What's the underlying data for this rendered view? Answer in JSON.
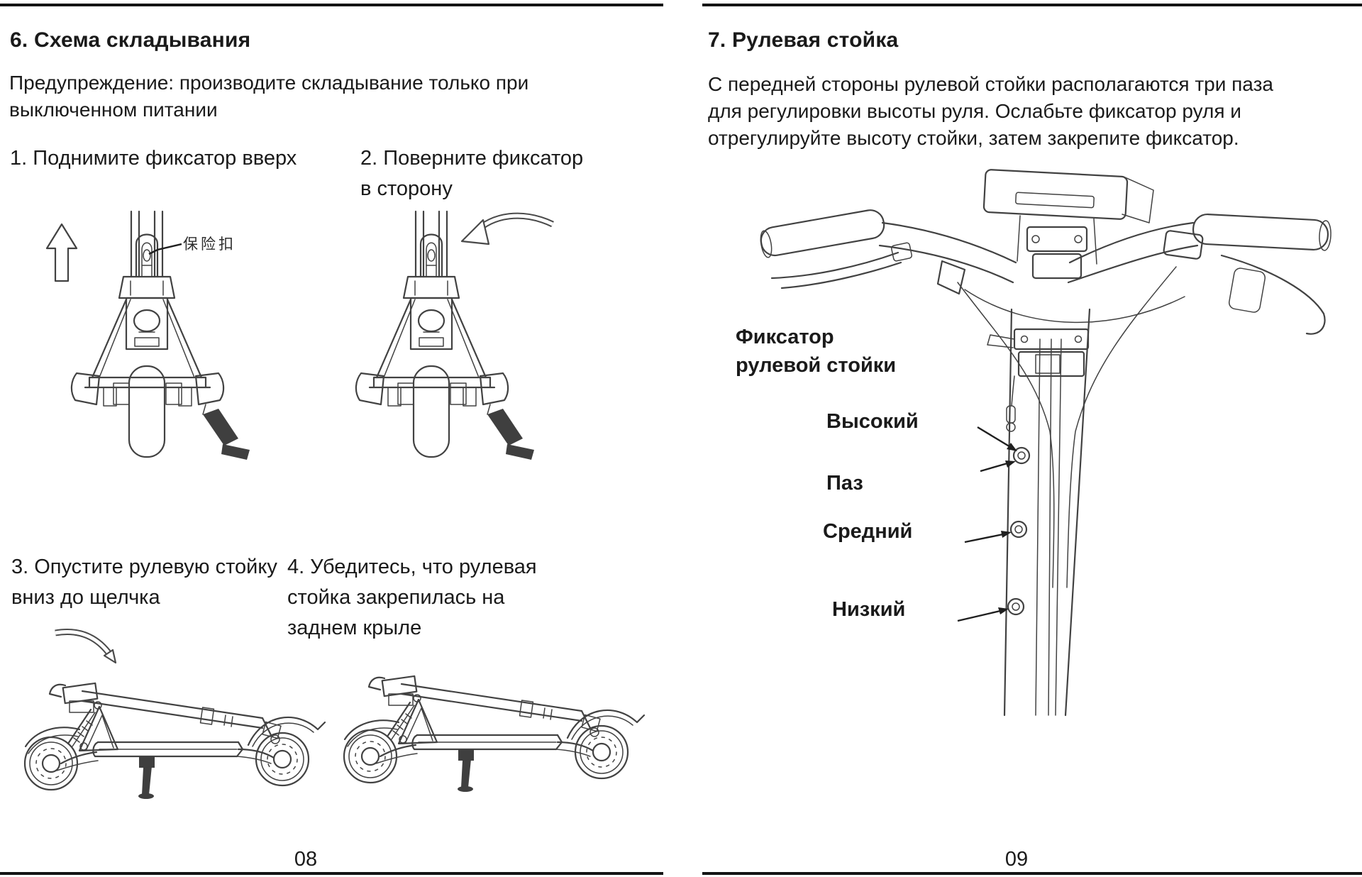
{
  "theme": {
    "paper": "#ffffff",
    "ink": "#1a1a1a"
  },
  "page_left": {
    "title": "6. Схема складывания",
    "warning_lines": [
      "Предупреждение: производите складывание только при",
      "выключенном питании"
    ],
    "step1_lines": [
      "1. Поднимите фиксатор вверх"
    ],
    "step2_lines": [
      "2. Поверните фиксатор",
      "в сторону"
    ],
    "step3_lines": [
      "3. Опустите рулевую стойку",
      "вниз до щелчка"
    ],
    "step4_lines": [
      "4. Убедитесь, что рулевая",
      "стойка закрепилась на",
      "заднем крыле"
    ],
    "figure1_annotation": "保险扣",
    "page_number": "08"
  },
  "page_right": {
    "title": "7. Рулевая стойка",
    "body_lines": [
      "С передней стороны рулевой стойки располагаются три паза",
      "для регулировки высоты руля. Ослабьте фиксатор руля и",
      "отрегулируйте высоту стойки, затем закрепите фиксатор."
    ],
    "labels": {
      "stem_clamp": "Фиксатор рулевой стойки",
      "high": "Высокий",
      "slot": "Паз",
      "middle": "Средний",
      "low": "Низкий"
    },
    "page_number": "09"
  }
}
